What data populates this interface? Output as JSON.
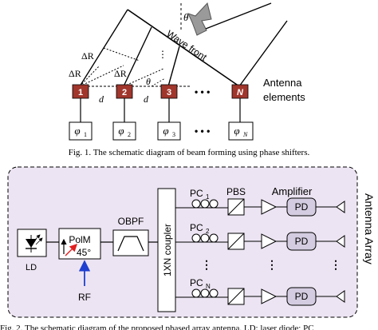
{
  "figure1": {
    "wave_front": "Wave front",
    "theta_top": "θ",
    "theta_small": "θ",
    "delta_r_1": "ΔR",
    "delta_r_2": "ΔR",
    "delta_r_3": "ΔR",
    "d_1": "d",
    "d_2": "d",
    "elements": [
      "1",
      "2",
      "3",
      "N"
    ],
    "phases": [
      {
        "base": "φ",
        "sub": "1"
      },
      {
        "base": "φ",
        "sub": "2"
      },
      {
        "base": "φ",
        "sub": "3"
      },
      {
        "base": "φ",
        "sub": "N"
      }
    ],
    "dots": "• • •",
    "vdots": "⋮",
    "antenna_line1": "Antenna",
    "antenna_line2": "elements",
    "caption": "Fig. 1. The schematic diagram of beam forming using phase shifters."
  },
  "figure2": {
    "ld": "LD",
    "polm": "PolM",
    "angle": "45°",
    "rf": "RF",
    "obpf": "OBPF",
    "coupler": "1XN coupler",
    "pc": [
      {
        "base": "PC",
        "sub": "1"
      },
      {
        "base": "PC",
        "sub": "2"
      },
      {
        "base": "PC",
        "sub": "N"
      }
    ],
    "pbs": "PBS",
    "amplifier": "Amplifier",
    "pd": [
      "PD",
      "PD",
      "PD"
    ],
    "antenna_array": "Antenna Array",
    "vdots": "⋮",
    "caption_partial": "Fig. 2. The schematic diagram of the proposed phased array antenna. LD: laser diode; PC"
  },
  "colors": {
    "element_fill": "#a0362c",
    "panel_fill": "#ece4f2",
    "arrow_blue": "#1f3fd0",
    "polarization_red": "#e02020",
    "pd_fill": "#d4cce0"
  }
}
